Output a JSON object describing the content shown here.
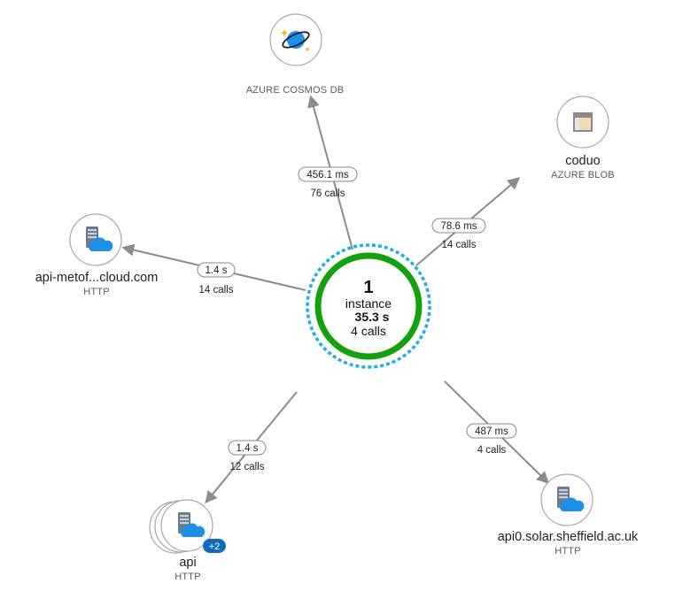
{
  "center": {
    "count": "1",
    "label": "instance",
    "duration": "35.3 s",
    "calls": "4 calls",
    "ring_color": "#13a10e",
    "dashed_ring_color": "#1eaee8"
  },
  "nodes": {
    "cosmos": {
      "name": "",
      "type": "AZURE COSMOS DB",
      "icon": "cosmos-db-icon"
    },
    "blob": {
      "name": "coduo",
      "type": "AZURE BLOB",
      "icon": "storage-blob-icon"
    },
    "api_metof": {
      "name": "api-metof...cloud.com",
      "type": "HTTP",
      "icon": "server-cloud-icon"
    },
    "api": {
      "name": "api",
      "type": "HTTP",
      "icon": "server-cloud-icon",
      "badge": "+2"
    },
    "api0": {
      "name": "api0.solar.sheffield.ac.uk",
      "type": "HTTP",
      "icon": "server-cloud-icon"
    }
  },
  "edges": {
    "cosmos": {
      "latency": "456.1 ms",
      "calls": "76 calls"
    },
    "blob": {
      "latency": "78.6 ms",
      "calls": "14 calls"
    },
    "api_metof": {
      "latency": "1.4 s",
      "calls": "14 calls"
    },
    "api": {
      "latency": "1.4 s",
      "calls": "12 calls"
    },
    "api0": {
      "latency": "487 ms",
      "calls": "4 calls"
    }
  },
  "colors": {
    "edge": "#8c8c8c",
    "badge": "#0f6cbd",
    "server": "#6b7a8c",
    "cloud": "#1e90e6"
  }
}
